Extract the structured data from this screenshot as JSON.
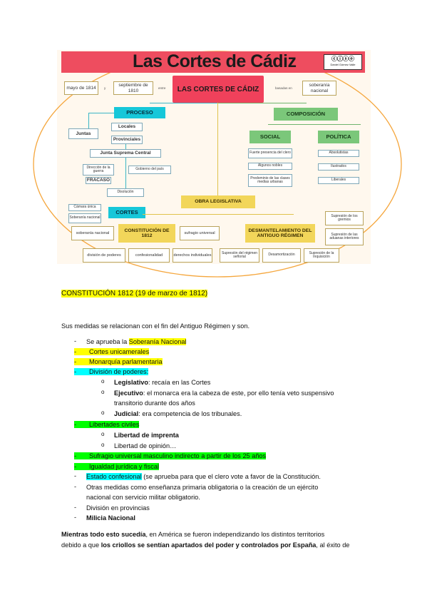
{
  "infographic": {
    "title": "Las Cortes de Cádiz",
    "license": "Daniel Gómez Valle",
    "top": {
      "center": "LAS CORTES DE CÁDIZ",
      "left1": "mayo de 1814",
      "left_conn": "y",
      "left2": "septiembre de 1810",
      "between": "entre",
      "right_conn": "basadas en",
      "right": "soberanía nacional"
    },
    "proceso": {
      "header": "PROCESO",
      "juntas": "Juntas",
      "locales": "Locales",
      "provinciales": "Provinciales",
      "junta_central": "Junta Suprema Central",
      "direccion": "Dirección de la guerra",
      "fracaso": "FRACASO",
      "gobierno": "Gobierno del país",
      "disolucion": "Disolución",
      "camara": "Cámara única",
      "soberania": "Soberanía nacional",
      "cortes": "CORTES"
    },
    "composicion": {
      "header": "COMPOSICIÓN",
      "social": "SOCIAL",
      "politica": "POLÍTICA",
      "social_items": [
        "Fuerte presencia del clero",
        "Algunos nobles",
        "Predominio de las clases medias urbanas"
      ],
      "politica_items": [
        "Absolutistas",
        "Ilustrados",
        "Liberales"
      ]
    },
    "obra": {
      "header": "OBRA LEGISLATIVA",
      "constitucion": "CONSTITUCIÓN DE 1812",
      "soberania": "soberanía nacional",
      "sufragio": "sufragio universal",
      "division": "división de poderes",
      "confesionalidad": "confesionalidad",
      "derechos": "derechos individuales",
      "desmantelamiento": "DESMANTELAMIENTO DEL ANTIGUO RÉGIMEN",
      "gremios": "Supresión de los gremios",
      "aduanas": "Supresión de las aduanas interiores",
      "senorial": "Supresión del régimen señorial",
      "desamortizacion": "Desamortización",
      "inquisicion": "Supresión de la Inquisición"
    }
  },
  "document": {
    "heading": "CONSTITUCIÓN 1812 (19 de marzo de 1812)",
    "intro": "Sus medidas se relacionan con el fin del Antiguo Régimen y son.",
    "items": {
      "i1_pre": "Se aprueba la ",
      "i1_hl": "Soberanía Nacional",
      "i2": "Cortes unicamerales",
      "i3": "Monarquía parlamentaria",
      "i4": "División de poderes:",
      "s1_b": "Legislativo",
      "s1_t": ": recaía en las Cortes",
      "s2_b": "Ejecutivo",
      "s2_t": ": el monarca era la cabeza de este, por ello tenía veto suspensivo",
      "s2_t2": "transitorio durante dos años",
      "s3_b": "Judicial",
      "s3_t": ": era competencia de los tribunales.",
      "i5": "Libertades civiles",
      "s4": "Libertad de imprenta",
      "s5": "Libertad de opinión…",
      "i6": "Sufragio universal masculino indirecto a partir de los 25 años",
      "i7": "Igualdad jurídica y fiscal",
      "i8_hl": "Estado confesional",
      "i8_t": " (se aprueba para que el clero vote a favor de la Constitución.",
      "i9": "Otras medidas como enseñanza primaria obligatoria o la creación de un ejército",
      "i9_2": "nacional con servicio militar obligatorio.",
      "i10": "División en provincias",
      "i11": "Milicia Nacional"
    },
    "closing1_b": "Mientras todo esto sucedía",
    "closing1_t": ", en América se fueron independizando los distintos territorios",
    "closing2_t": "debido a que ",
    "closing2_b": "los criollos se sentían apartados del poder y controlados por España",
    "closing2_t2": ", al éxito de"
  }
}
